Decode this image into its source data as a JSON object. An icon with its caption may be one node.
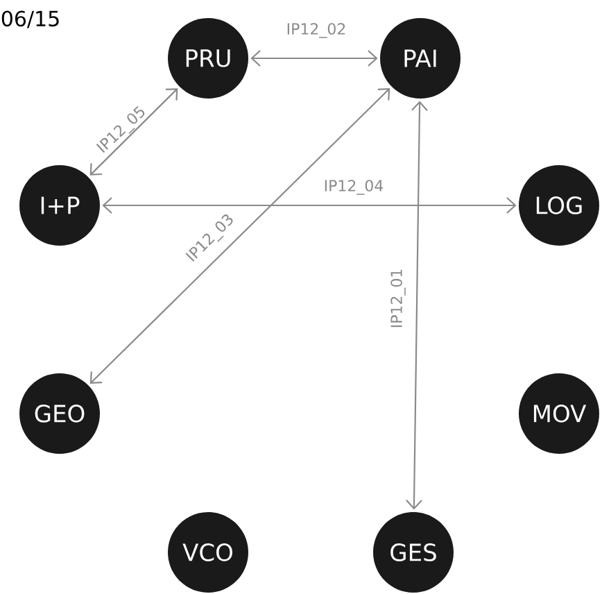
{
  "diagram": {
    "nodes": [
      {
        "text": [
          "PRU"
        ]
      },
      {
        "text": [
          "PAI"
        ]
      },
      {
        "text": [
          "I+P"
        ]
      },
      {
        "text": [
          "LOG"
        ]
      },
      {
        "text": [
          "GEO"
        ]
      },
      {
        "text": [
          "MOV"
        ]
      },
      {
        "text": [
          "VCO"
        ]
      },
      {
        "text": [
          "GES"
        ]
      }
    ],
    "edges": [
      {
        "from": 0,
        "to": 1,
        "arrow": "both",
        "label": "IP12_02"
      },
      {
        "from": 2,
        "to": 0,
        "arrow": "both",
        "label": "IP12_05"
      },
      {
        "from": 2,
        "to": 3,
        "arrow": "both",
        "label": "IP12_04"
      },
      {
        "from": 4,
        "to": 1,
        "arrow": "both",
        "label": "IP12_03"
      },
      {
        "from": 7,
        "to": 1,
        "arrow": "both",
        "label": "IP12_01"
      }
    ],
    "labels": [
      "06/15"
    ]
  }
}
